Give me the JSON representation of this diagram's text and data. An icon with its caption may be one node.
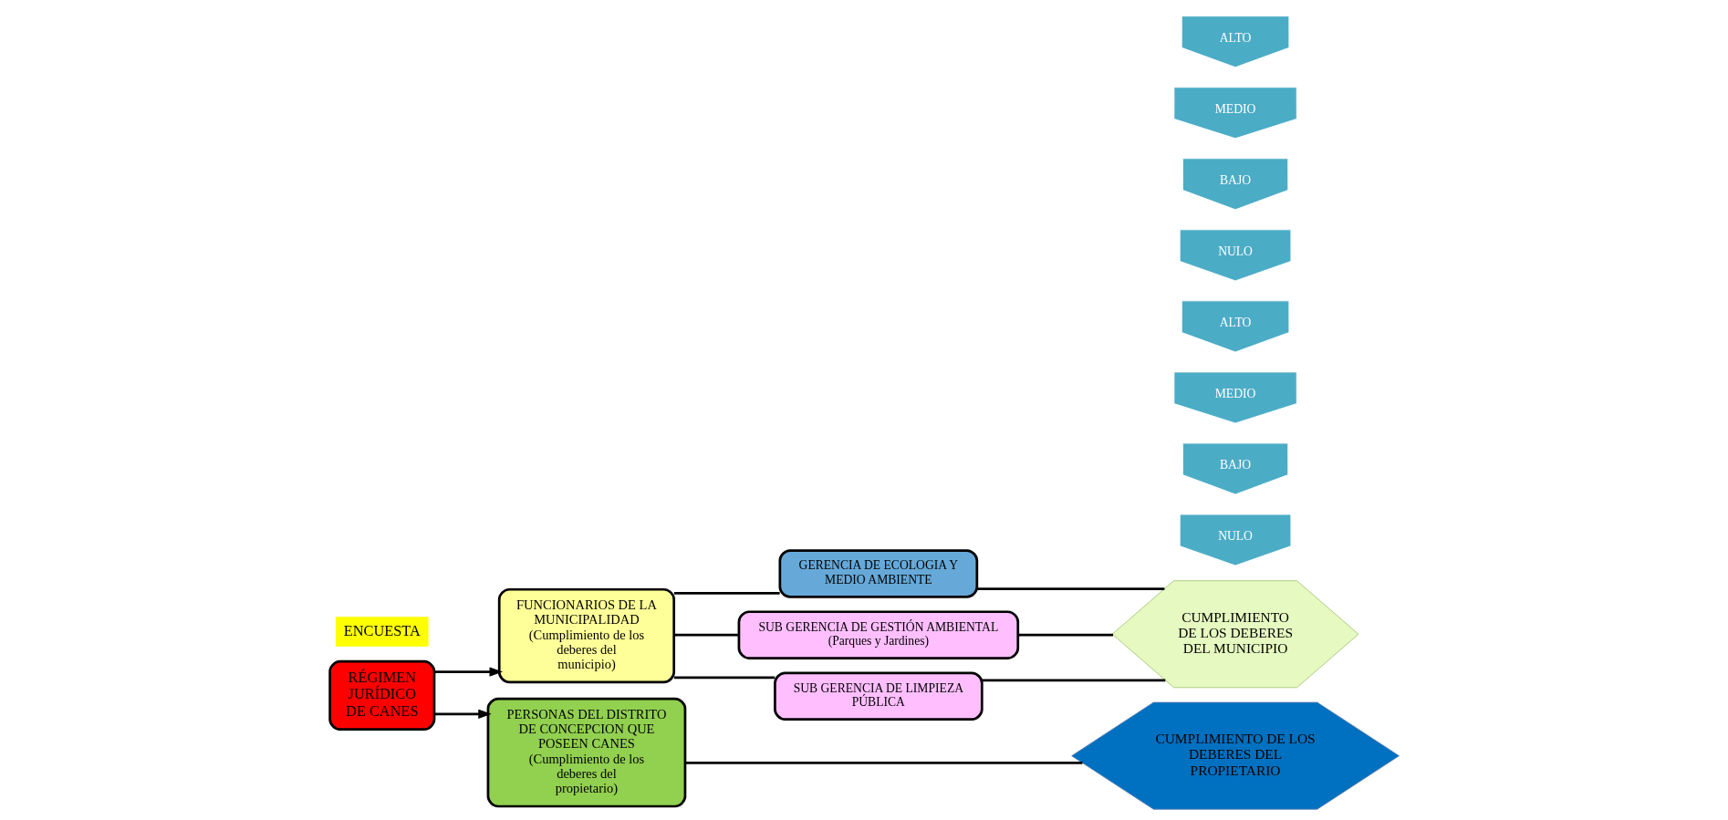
{
  "diagram": {
    "nodes": [
      {
        "text": [
          "RÉGIMEN JURÍDICO DE CANES"
        ]
      },
      {
        "text": [
          "FUNCIONARIOS DE LA MUNICIPALIDAD (Cumplimiento de los deberes del municipio)"
        ]
      },
      {
        "text": [
          "PERSONAS DEL DISTRITO DE CONCEPCION QUE POSEEN CANES (Cumplimiento de los deberes del propietario)"
        ]
      },
      {
        "text": [
          "GERENCIA DE ECOLOGIA Y MEDIO AMBIENTE"
        ]
      },
      {
        "text": [
          "SUB GERENCIA DE GESTIÓN AMBIENTAL (Parques y Jardines)"
        ]
      },
      {
        "text": [
          "SUB GERENCIA DE LIMPIEZA PÚBLICA"
        ]
      },
      {
        "text": [
          "CUMPLIMIENTO DE LOS DEBERES DEL MUNICIPIO"
        ]
      },
      {
        "text": [
          "CUMPLIMIENTO DE LOS DEBERES DEL PROPIETARIO"
        ]
      },
      {
        "text": [
          "NULO"
        ]
      },
      {
        "text": [
          "BAJO"
        ]
      },
      {
        "text": [
          "MEDIO"
        ]
      },
      {
        "text": [
          "ALTO"
        ]
      },
      {
        "text": [
          "NULO"
        ]
      },
      {
        "text": [
          "BAJO"
        ]
      },
      {
        "text": [
          "MEDIO"
        ]
      },
      {
        "text": [
          "ALTO"
        ]
      }
    ],
    "edges": [
      {
        "from": 0,
        "to": 1,
        "arrow": "to"
      },
      {
        "from": 0,
        "to": 2,
        "arrow": "to"
      },
      {
        "from": 1,
        "to": 3,
        "arrow": "none"
      },
      {
        "from": 1,
        "to": 4,
        "arrow": "none"
      },
      {
        "from": 1,
        "to": 5,
        "arrow": "none"
      },
      {
        "from": 3,
        "to": 6,
        "arrow": "none"
      },
      {
        "from": 4,
        "to": 6,
        "arrow": "none"
      },
      {
        "from": 5,
        "to": 6,
        "arrow": "none"
      },
      {
        "from": 2,
        "to": 7,
        "arrow": "none"
      }
    ],
    "labels": [
      "ENCUESTA"
    ]
  }
}
